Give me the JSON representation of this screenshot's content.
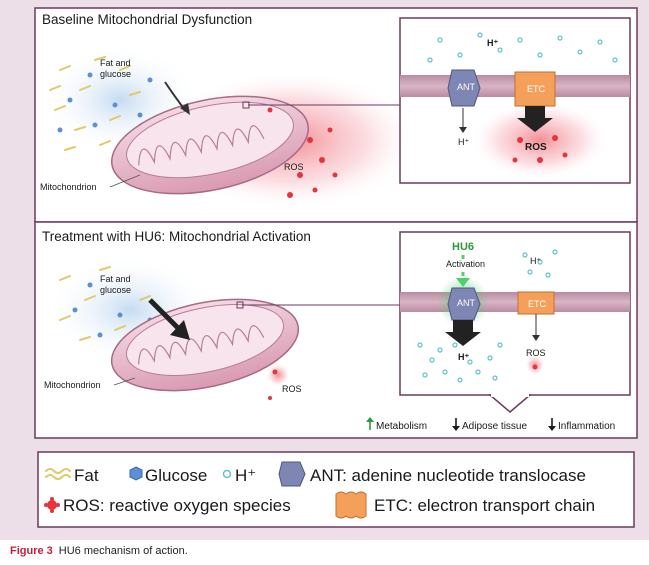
{
  "panels": {
    "top": {
      "title": "Baseline Mitochondrial Dysfunction",
      "fat_glucose_label": [
        "Fat and",
        "glucose"
      ],
      "mitochondrion_label": "Mitochondrion",
      "ros_label": "ROS",
      "inset": {
        "h_plus": "H⁺",
        "ant": "ANT",
        "etc": "ETC",
        "h_plus_below": "H⁺",
        "ros": "ROS"
      }
    },
    "bottom": {
      "title": "Treatment with HU6: Mitochondrial Activation",
      "fat_glucose_label": [
        "Fat and",
        "glucose"
      ],
      "mitochondrion_label": "Mitochondrion",
      "ros_label": "ROS",
      "inset": {
        "hu6": "HU6",
        "activation": "Activation",
        "h_plus": "H⁺",
        "ant": "ANT",
        "etc": "ETC",
        "h_plus_below": "H⁺",
        "ros": "ROS"
      }
    }
  },
  "effects": [
    {
      "arrow": "up",
      "text": "Metabolism"
    },
    {
      "arrow": "down",
      "text": "Adipose tissue"
    },
    {
      "arrow": "down",
      "text": "Inflammation"
    }
  ],
  "legend": {
    "fat": "Fat",
    "glucose": "Glucose",
    "h_plus": "H⁺",
    "ant": "ANT: adenine nucleotide translocase",
    "ros": "ROS: reactive oxygen species",
    "etc": "ETC: electron transport chain"
  },
  "caption": {
    "figure": "Figure 3",
    "text": "HU6 mechanism of action."
  },
  "colors": {
    "frame": "#6b3a5e",
    "membrane": "#c9a0b4",
    "ant": "#7e86b4",
    "etc": "#f5a05a",
    "ros": "#e8333a",
    "h_plus": "#5fc3c9",
    "glucose": "#5b8fd6",
    "fat": "#e0c96a",
    "caption": "#c41e3a"
  },
  "icons": [
    "fat-icon",
    "glucose-icon",
    "h-plus-icon",
    "ant-icon",
    "ros-icon",
    "etc-icon",
    "arrow-up-icon",
    "arrow-down-icon"
  ]
}
